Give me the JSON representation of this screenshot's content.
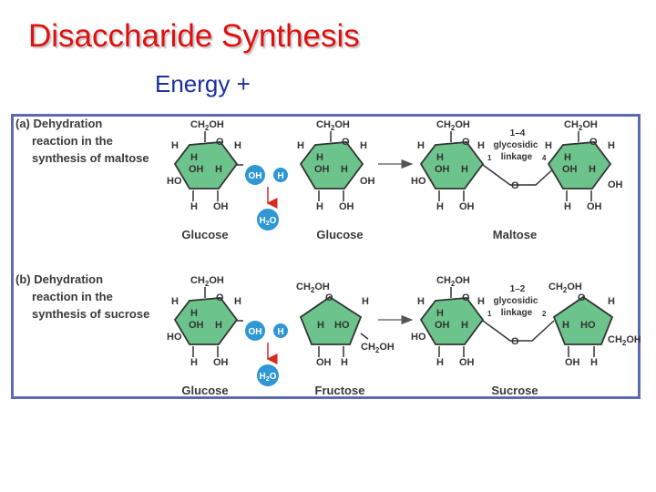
{
  "title": "Disaccharide Synthesis",
  "subtitle": "Energy +",
  "colors": {
    "title": "#e01010",
    "subtitle": "#1a2fa0",
    "border": "#5b6bb2",
    "ring_fill": "#6cc48c",
    "water": "#2e97d4",
    "arrow_red": "#d42a20"
  },
  "panel_a": {
    "label_line1": "(a) Dehydration",
    "label_line2": "reaction in the",
    "label_line3": "synthesis of maltose",
    "reactant1": "Glucose",
    "reactant2": "Glucose",
    "product": "Maltose",
    "linkage_line1": "1–4",
    "linkage_line2": "glycosidic",
    "linkage_line3": "linkage",
    "linkage_num_left": "1",
    "linkage_num_right": "4",
    "oh": "OH",
    "h": "H",
    "water": "H2O"
  },
  "panel_b": {
    "label_line1": "(b) Dehydration",
    "label_line2": "reaction in the",
    "label_line3": "synthesis of sucrose",
    "reactant1": "Glucose",
    "reactant2": "Fructose",
    "product": "Sucrose",
    "linkage_line1": "1–2",
    "linkage_line2": "glycosidic",
    "linkage_line3": "linkage",
    "linkage_num_left": "1",
    "linkage_num_right": "2",
    "oh": "OH",
    "h": "H",
    "water": "H2O"
  }
}
